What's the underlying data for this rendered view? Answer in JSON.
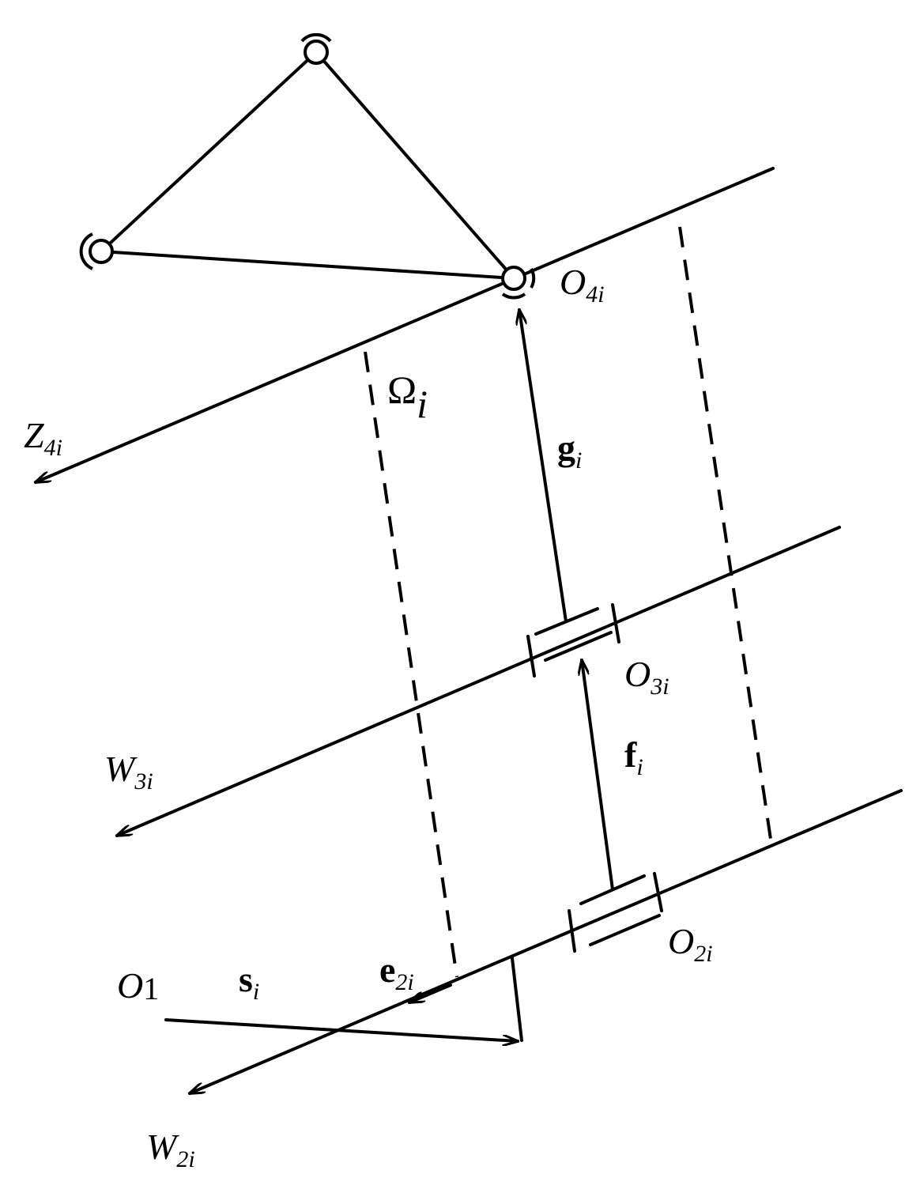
{
  "labels": {
    "O4": {
      "main": "O",
      "sub": "4i"
    },
    "Z4": {
      "main": "Z",
      "sub": "4i"
    },
    "Omega": {
      "main": "Ω",
      "sub": "i"
    },
    "g": {
      "main": "g",
      "sub": "i"
    },
    "O3": {
      "main": "O",
      "sub": "3i"
    },
    "f": {
      "main": "f",
      "sub": "i"
    },
    "W3": {
      "main": "W",
      "sub": "3i"
    },
    "O2": {
      "main": "O",
      "sub": "2i"
    },
    "e2": {
      "main": "e",
      "sub": "2i"
    },
    "O1": {
      "main": "O",
      "sub": "1"
    },
    "s": {
      "main": "s",
      "sub": "i"
    },
    "W2": {
      "main": "W",
      "sub": "2i"
    }
  }
}
